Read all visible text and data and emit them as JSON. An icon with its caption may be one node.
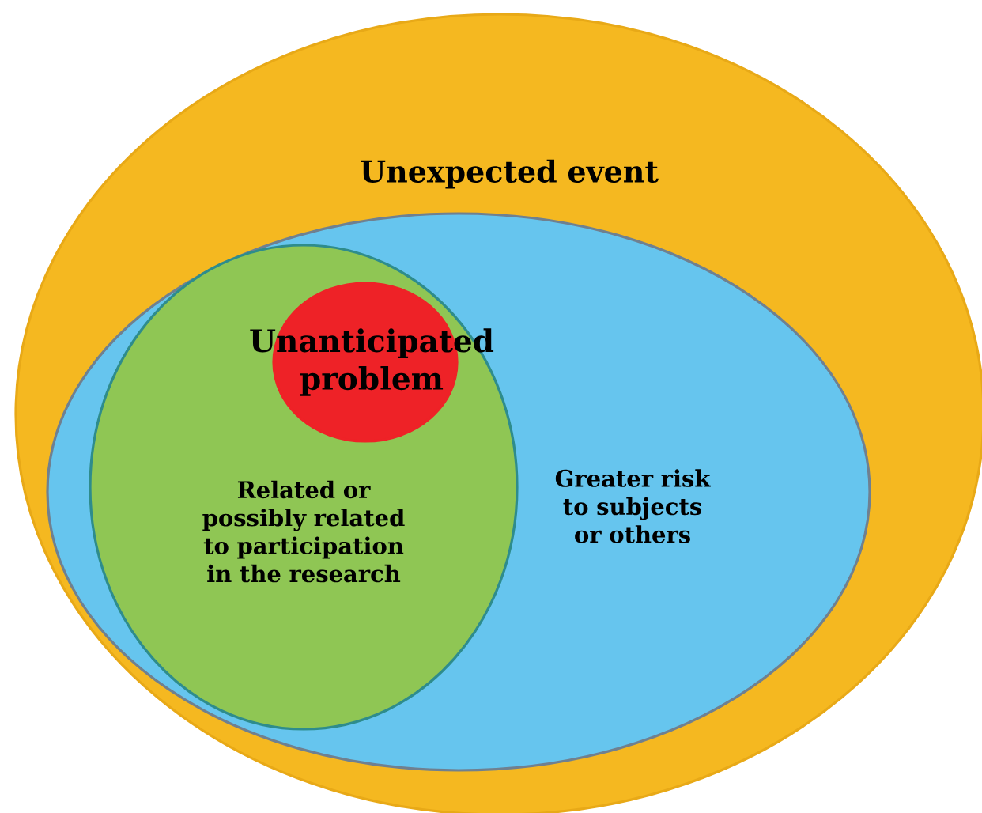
{
  "diagram": {
    "nodes": [
      {
        "text": [
          "Unexpected event"
        ]
      },
      {
        "text": [
          "Greater risk to subjects or others"
        ],
        "in": 0
      },
      {
        "text": [
          "Related or possibly related to participation in the research"
        ],
        "in": 1
      },
      {
        "text": [
          "Unanticipated problem"
        ],
        "in": 2
      }
    ]
  }
}
